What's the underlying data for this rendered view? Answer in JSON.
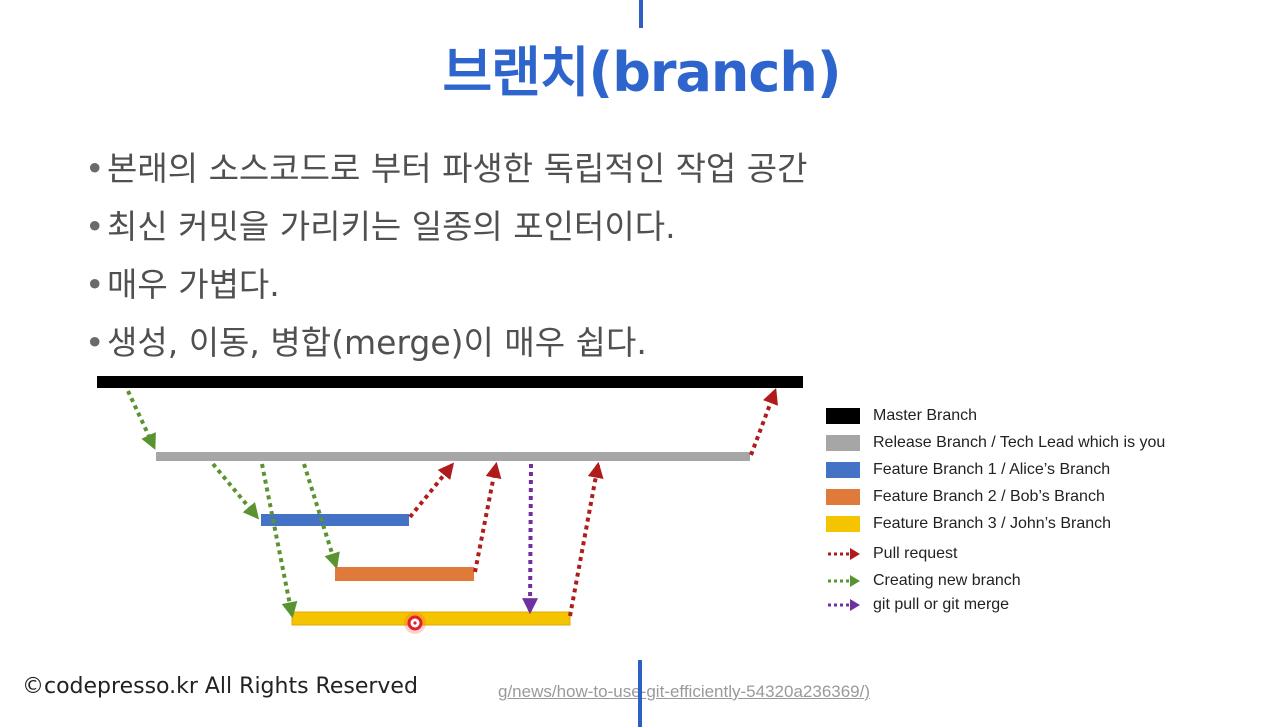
{
  "slide": {
    "title": "브랜치(branch)",
    "bullets": [
      "본래의 소스코드로 부터 파생한 독립적인 작업 공간",
      "최신 커밋을 가리키는 일종의 포인터이다.",
      "매우 가볍다.",
      "생성, 이동, 병합(merge)이 매우 쉽다."
    ],
    "bullet_symbol": "•",
    "footer": "©codepresso.kr All Rights Reserved",
    "url_fragment": "g/news/how-to-use-git-efficiently-54320a236369/)"
  },
  "legend": {
    "branches": [
      {
        "label": "Master Branch",
        "color": "#000000"
      },
      {
        "label": "Release Branch / Tech Lead which is you",
        "color": "#a6a6a6"
      },
      {
        "label": "Feature Branch 1 / Alice’s Branch",
        "color": "#4472c4"
      },
      {
        "label": "Feature Branch 2 / Bob’s Branch",
        "color": "#e07a3a"
      },
      {
        "label": "Feature Branch 3 / John’s Branch",
        "color": "#f5c400"
      }
    ],
    "arrows": [
      {
        "label": "Pull request",
        "color": "#b01c1c"
      },
      {
        "label": "Creating new branch",
        "color": "#5a9432"
      },
      {
        "label": "git pull or git merge",
        "color": "#7030a0"
      }
    ]
  },
  "colors": {
    "title": "#2e65cc",
    "accent_rule": "#2e5fc4",
    "pointer_marker": "#e0202a"
  }
}
